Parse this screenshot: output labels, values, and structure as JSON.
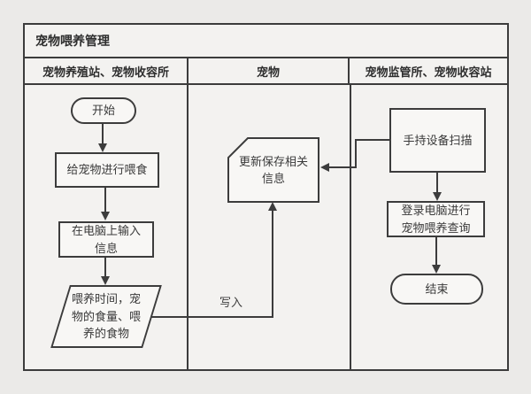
{
  "diagram": {
    "title": "宠物喂养管理",
    "lanes": [
      {
        "label": "宠物养殖站、宠物收容所"
      },
      {
        "label": "宠物"
      },
      {
        "label": "宠物监管所、宠物收容站"
      }
    ],
    "nodes": {
      "start": "开始",
      "feed": "给宠物进行喂食",
      "input_info": "在电脑上输入信息",
      "feeding_data": "喂养时间，宠物的食量、喂养的食物",
      "update_info": "更新保存相关信息",
      "scan": "手持设备扫描",
      "query": "登录电脑进行宠物喂养查询",
      "end": "结束"
    },
    "edge_labels": {
      "write": "写入"
    },
    "colors": {
      "line": "#3c3c3c",
      "background": "#ebeae8",
      "panel": "#f3f2f0",
      "shape_fill": "#f8f7f5",
      "text": "#3a3a3a"
    }
  }
}
